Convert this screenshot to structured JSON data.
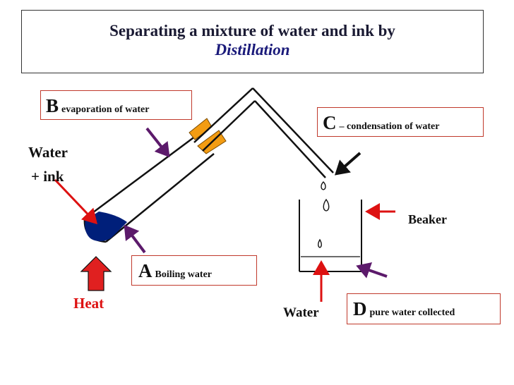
{
  "title": {
    "line1": "Separating a mixture of water and ink by",
    "line2": "Distillation"
  },
  "labels": {
    "b": {
      "letter": "B",
      "text": "evaporation of water"
    },
    "c": {
      "letter": "C",
      "text": "– condensation of water"
    },
    "a": {
      "letter": "A",
      "text": "Boiling water"
    },
    "d": {
      "letter": "D",
      "text": "pure water collected"
    },
    "water_ink": [
      "Water",
      "+ ink"
    ],
    "beaker": "Beaker",
    "heat": "Heat",
    "water": "Water"
  },
  "colors": {
    "ink": "#001f7a",
    "stopper": "#f39c12",
    "red_arrow": "#dd1111",
    "purple_arrow": "#5c1a6b",
    "heat_arrow": "#e02020",
    "heat_text": "#dd1111",
    "label_border": "#c0392b"
  }
}
